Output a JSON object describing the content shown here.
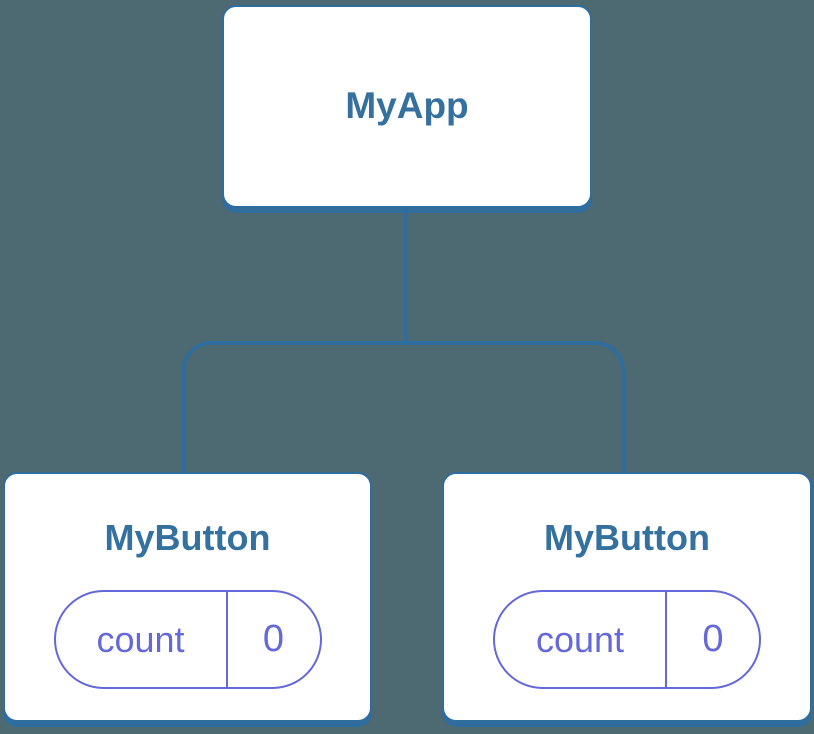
{
  "diagram": {
    "root": {
      "label": "MyApp"
    },
    "children": [
      {
        "label": "MyButton",
        "state": {
          "name": "count",
          "value": "0"
        }
      },
      {
        "label": "MyButton",
        "state": {
          "name": "count",
          "value": "0"
        }
      }
    ],
    "colors": {
      "background": "#4d6971",
      "node_border": "#2f6d9e",
      "node_label": "#35719f",
      "state_accent": "#6468d9",
      "node_fill": "#ffffff"
    }
  }
}
